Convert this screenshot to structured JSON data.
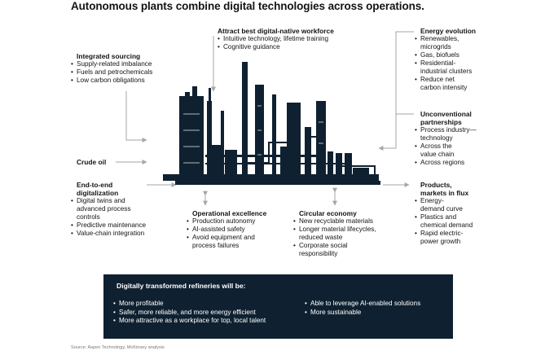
{
  "title": "Autonomous plants combine digital technologies across operations.",
  "top": {
    "heading": "Attract best digital-native workforce",
    "items": [
      "Intuitive technology, lifetime training",
      "Cognitive guidance"
    ]
  },
  "left": {
    "integrated": {
      "heading": "Integrated sourcing",
      "items": [
        "Supply-related imbalance",
        "Fuels and petrochemicals",
        "Low carbon obligations"
      ]
    },
    "crude": {
      "label": "Crude oil"
    },
    "e2e": {
      "heading_lines": [
        "End-to-end",
        "digitalization"
      ],
      "items": [
        [
          "Digital twins and",
          "advanced process",
          "controls"
        ],
        [
          "Predictive maintenance"
        ],
        [
          "Value-chain integration"
        ]
      ]
    }
  },
  "right": {
    "energy": {
      "heading": "Energy evolution",
      "items": [
        [
          "Renewables,",
          "microgrids"
        ],
        [
          "Gas, biofuels"
        ],
        [
          "Residential-",
          "industrial clusters"
        ],
        [
          "Reduce net",
          "carbon intensity"
        ]
      ]
    },
    "partnerships": {
      "heading_lines": [
        "Unconventional",
        "partnerships"
      ],
      "items": [
        [
          "Process industry—",
          "technology"
        ],
        [
          "Across the",
          "value chain"
        ],
        [
          "Across regions"
        ]
      ]
    },
    "products": {
      "heading_lines": [
        "Products,",
        "markets in flux"
      ],
      "items": [
        [
          "Energy-",
          "demand curve"
        ],
        [
          "Plastics and",
          "chemical demand"
        ],
        [
          "Rapid electric-",
          "power growth"
        ]
      ]
    }
  },
  "bottom": {
    "operational": {
      "heading": "Operational excellence",
      "items": [
        [
          "Production autonomy"
        ],
        [
          "AI-assisted safety"
        ],
        [
          "Avoid equipment and",
          "process failures"
        ]
      ]
    },
    "circular": {
      "heading": "Circular economy",
      "items": [
        [
          "New recyclable materials"
        ],
        [
          "Longer material lifecycles,",
          "reduced waste"
        ],
        [
          "Corporate social",
          "responsibility"
        ]
      ]
    }
  },
  "box": {
    "title": "Digitally transformed refineries will be:",
    "col1": [
      "More profitable",
      "Safer, more reliable, and more energy efficient",
      "More attractive as a workplace for top, local talent"
    ],
    "col2": [
      "Able to leverage AI-enabled solutions",
      "More sustainable"
    ]
  },
  "source": "Source: Aspen Technology, McKinsey analysis",
  "colors": {
    "plant": "#0f2131",
    "arrow": "#a6a6a6",
    "box_bg": "#0f2131"
  }
}
